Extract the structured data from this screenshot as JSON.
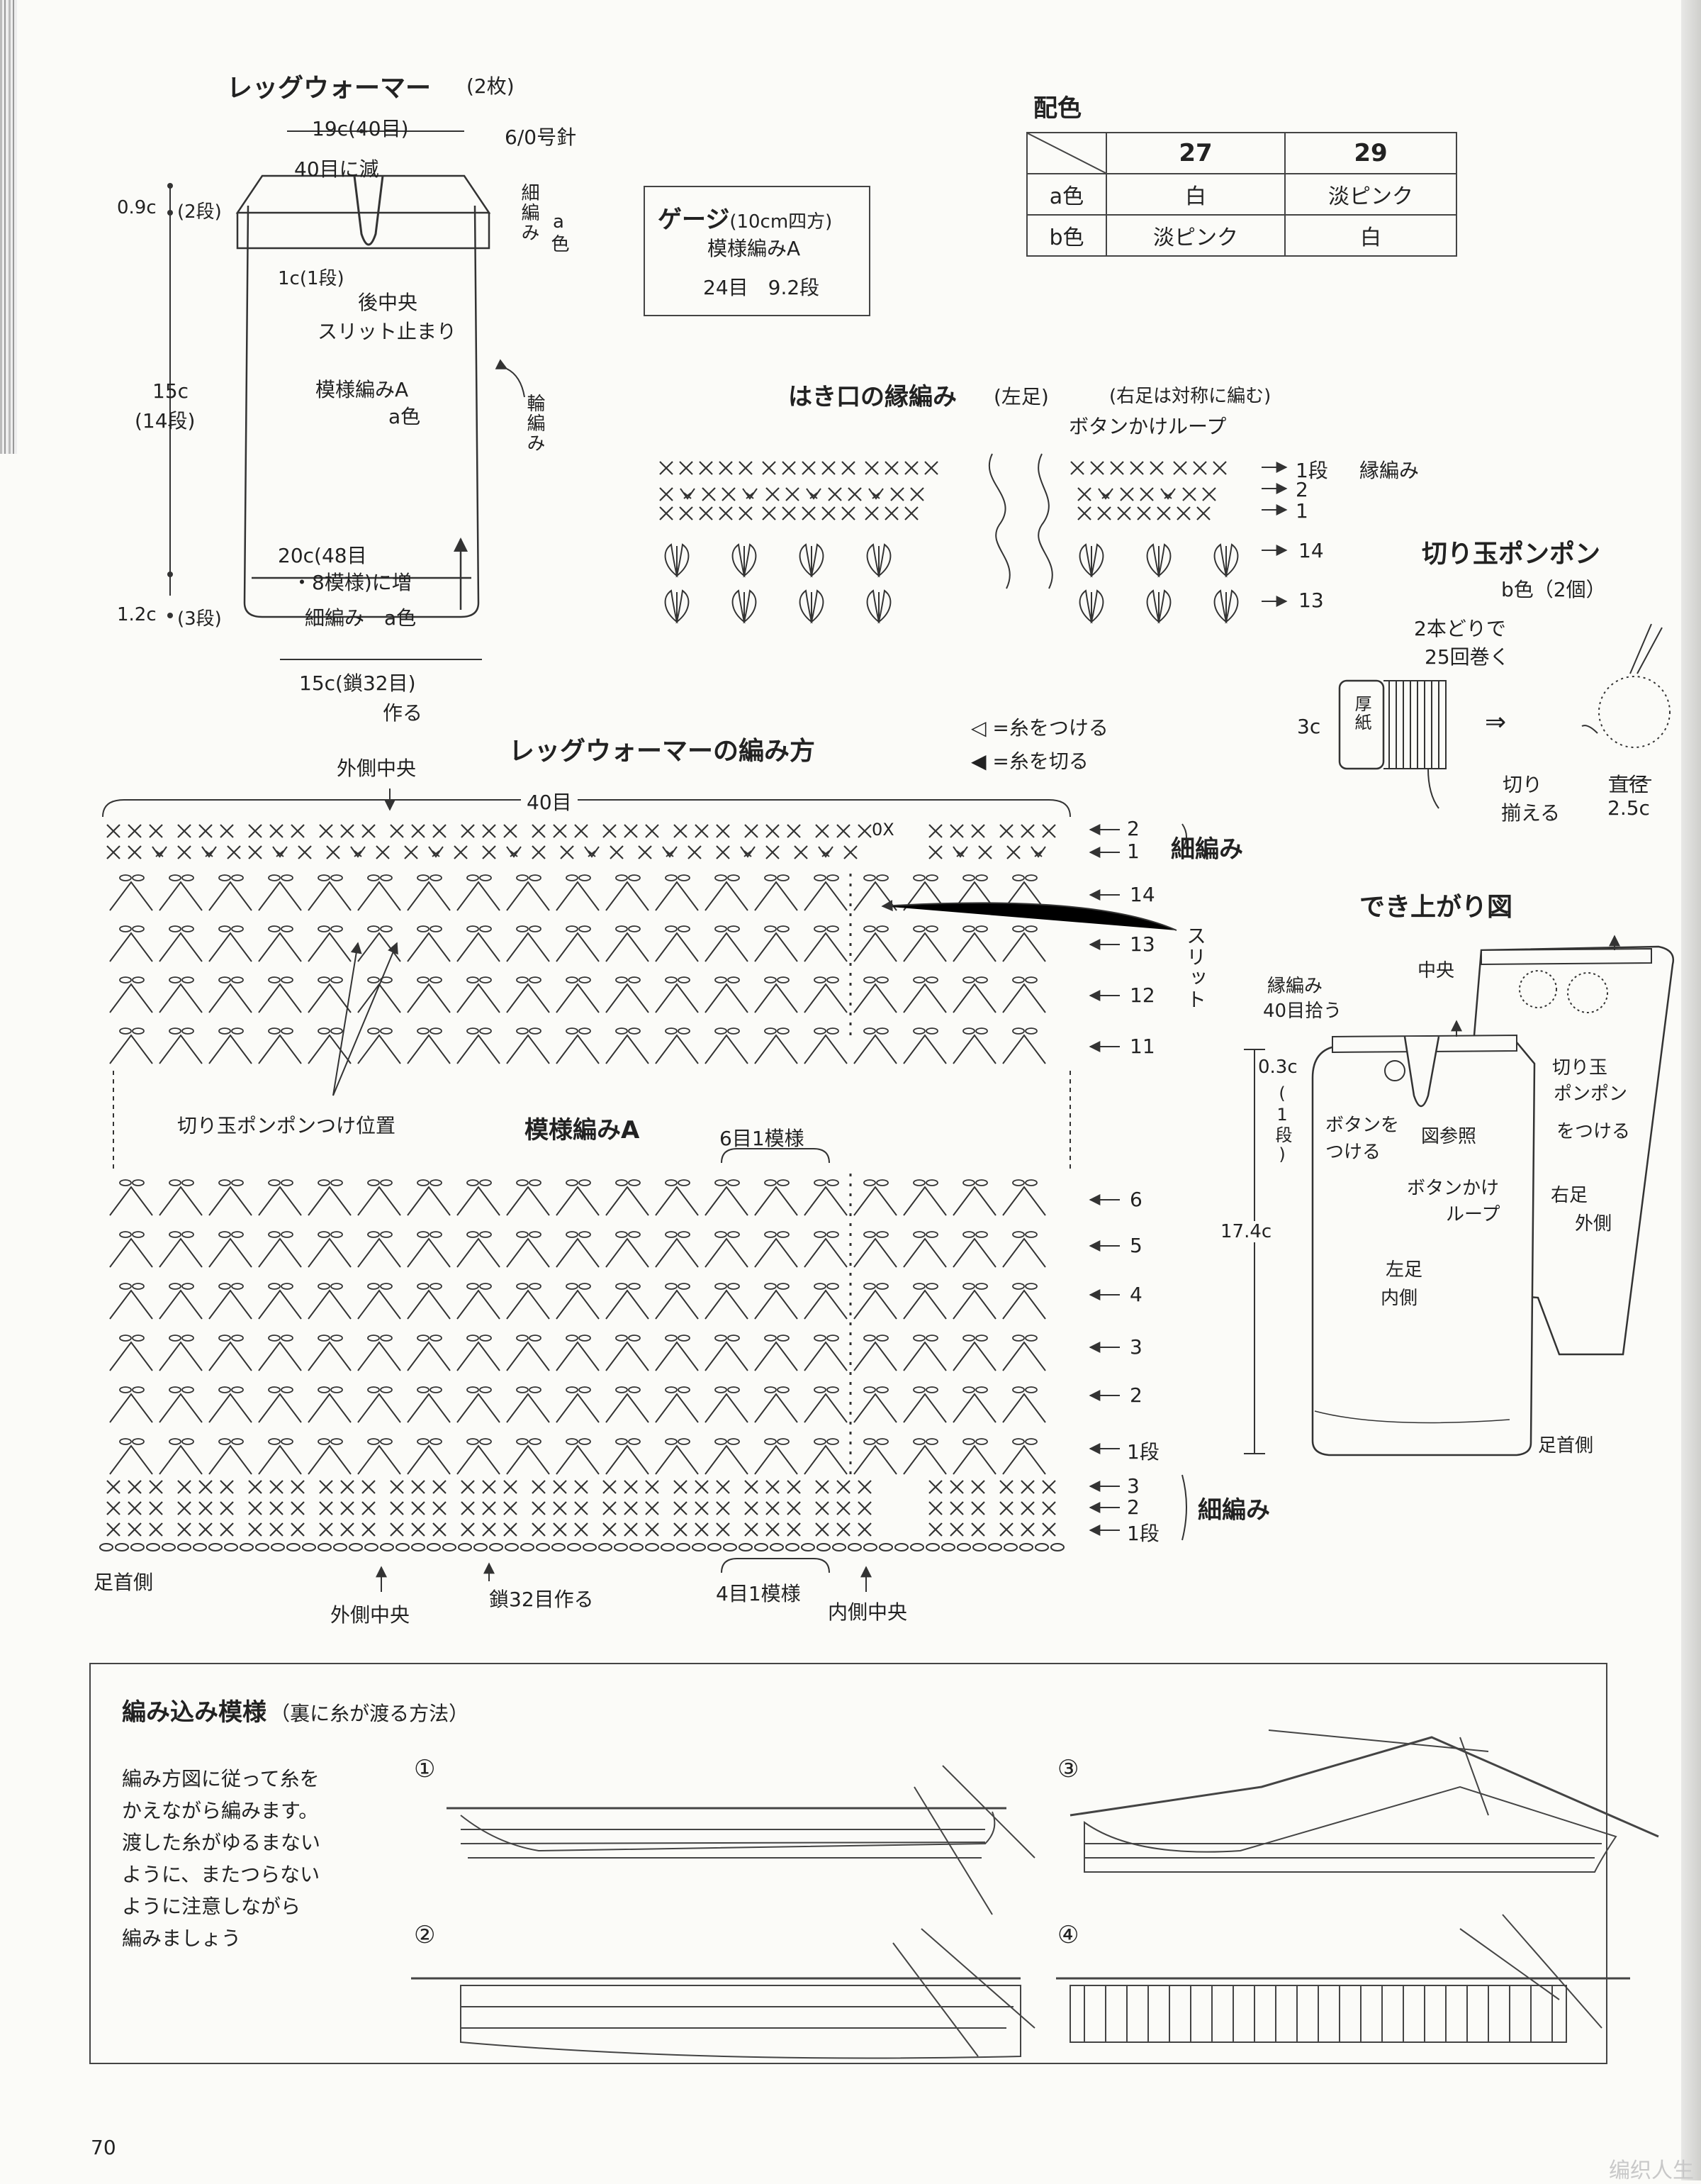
{
  "legwarmer": {
    "title": "レッグウォーマー",
    "count": "(2枚)",
    "width_top": "19c(40目)",
    "needle": "6/0号針",
    "decrease": "40目に減",
    "top_height": "0.9c",
    "top_rows": "(2段)",
    "top_edge_v": "細編み",
    "top_edge_color": "a色",
    "slit": "1c(1段)",
    "back_center": "後中央",
    "slit_end": "スリット止まり",
    "pattern": "模様編みA",
    "pattern_color": "a色",
    "height": "15c",
    "height_rows": "(14段)",
    "round_v": "輪編み",
    "increase_1": "20c(48目",
    "increase_2": "・8模様)に増",
    "bottom_height": "1.2c",
    "bottom_rows": "(3段)",
    "bottom_edge": "細編み　a色",
    "foundation": "15c(鎖32目)",
    "make": "作る"
  },
  "gauge": {
    "title": "ゲージ",
    "area": "(10cm四方)",
    "pattern": "模様編みA",
    "values": "24目　9.2段"
  },
  "color_scheme": {
    "title": "配色",
    "columns": [
      "27",
      "29"
    ],
    "rows": [
      {
        "label": "a色",
        "values": [
          "白",
          "淡ピンク"
        ]
      },
      {
        "label": "b色",
        "values": [
          "淡ピンク",
          "白"
        ]
      }
    ]
  },
  "edging": {
    "title": "はき口の縁編み",
    "side": "(左足)",
    "note": "(右足は対称に編む)",
    "loop": "ボタンかけループ",
    "row1": "1段",
    "edge_label": "縁編み",
    "row2": "2",
    "row3": "1",
    "row14": "14",
    "row13": "13"
  },
  "pompom": {
    "title": "切り玉ポンポン",
    "color": "b色（2個）",
    "wind_1": "2本どりで",
    "wind_2": "25回巻く",
    "card_size": "3c",
    "card": "厚紙",
    "arrow": "⇒",
    "trim_1": "切り",
    "trim_2": "揃える",
    "diameter_label": "直径",
    "diameter": "2.5c"
  },
  "chart": {
    "title": "レッグウォーマーの編み方",
    "legend_attach": "◁ =糸をつける",
    "legend_cut": "◀ =糸を切る",
    "outer_center_top": "外側中央",
    "stitches": "40目",
    "sc_top": "細編み",
    "top_rows": [
      "2",
      "1"
    ],
    "rows_upper": [
      "14",
      "13",
      "12",
      "11"
    ],
    "slit": "スリット",
    "pompom_pos": "切り玉ポンポンつけ位置",
    "pattern": "模様編みA",
    "repeat6": "6目1模様",
    "rows_lower": [
      "6",
      "5",
      "4",
      "3",
      "2",
      "1段"
    ],
    "sc_bottom": "細編み",
    "bottom_rows": [
      "3",
      "2",
      "1段"
    ],
    "ankle": "足首側",
    "outer_center": "外側中央",
    "chain": "鎖32目作る",
    "repeat4": "4目1模様",
    "inner_center": "内側中央",
    "oc_mark": "0X"
  },
  "finished": {
    "title": "でき上がり図",
    "edge_pick_1": "縁編み",
    "edge_pick_2": "40目拾う",
    "center": "中央",
    "top_h": "0.3c",
    "top_rows": "(1段)",
    "button_1": "ボタンを",
    "button_2": "つける",
    "see_fig": "図参照",
    "loop_1": "ボタンかけ",
    "loop_2": "ループ",
    "pompom_1": "切り玉",
    "pompom_2": "ポンポン",
    "pompom_3": "をつける",
    "right_1": "右足",
    "right_2": "外側",
    "length": "17.4c",
    "left_1": "左足",
    "left_2": "内側",
    "ankle": "足首側"
  },
  "intarsia": {
    "title": "編み込み模様",
    "subtitle": "（裏に糸が渡る方法）",
    "lines": [
      "編み方図に従って糸を",
      "かえながら編みます。",
      "渡した糸がゆるまない",
      "ように、またつらない",
      "ように注意しながら",
      "編みましょう"
    ],
    "steps": [
      "①",
      "②",
      "③",
      "④"
    ]
  },
  "page_number": "70",
  "watermark": "编织人生"
}
